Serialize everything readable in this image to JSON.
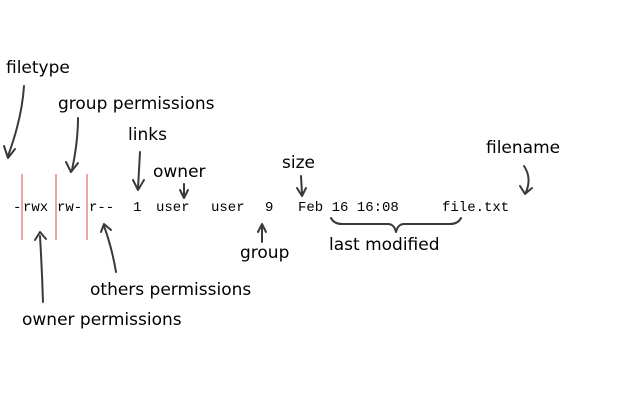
{
  "listing": {
    "filetype": "-",
    "owner_perms": "rwx",
    "group_perms": "rw-",
    "other_perms": "r--",
    "links": "1",
    "owner": "user",
    "group": "user",
    "size": "9",
    "modified": "Feb 16 16:08",
    "filename": "file.txt"
  },
  "labels": {
    "filetype": "filetype",
    "group_permissions": "group permissions",
    "links": "links",
    "owner": "owner",
    "size": "size",
    "filename": "filename",
    "group": "group",
    "last_modified": "last modified",
    "others_permissions": "others permissions",
    "owner_permissions": "owner permissions"
  },
  "colors": {
    "separator": "#e88d8d",
    "arrow": "#3a3a3a"
  }
}
